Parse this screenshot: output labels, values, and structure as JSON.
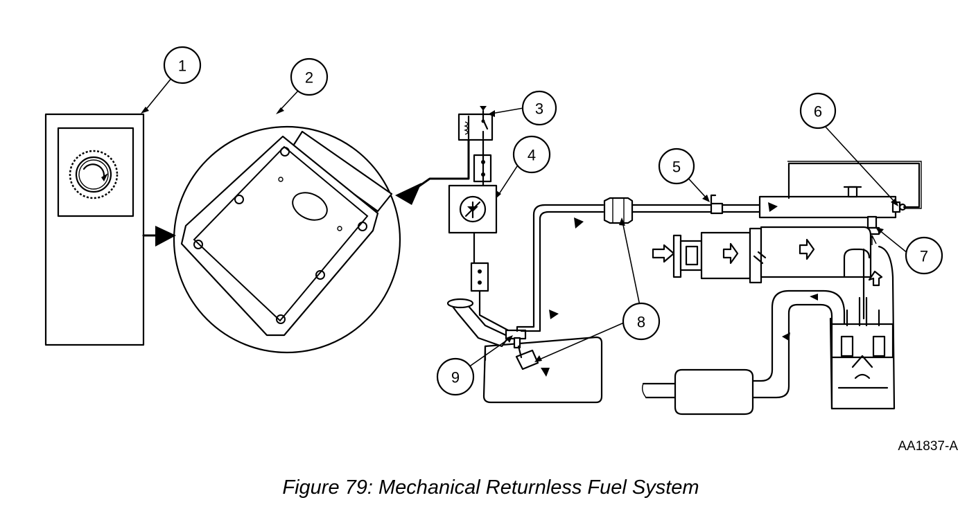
{
  "callouts": [
    {
      "id": "1",
      "label": "1"
    },
    {
      "id": "2",
      "label": "2"
    },
    {
      "id": "3",
      "label": "3"
    },
    {
      "id": "4",
      "label": "4"
    },
    {
      "id": "5",
      "label": "5"
    },
    {
      "id": "6",
      "label": "6"
    },
    {
      "id": "7",
      "label": "7"
    },
    {
      "id": "8",
      "label": "8"
    },
    {
      "id": "9",
      "label": "9"
    }
  ],
  "drawing_code": "AA1837-A",
  "caption": "Figure 79: Mechanical Returnless Fuel System"
}
